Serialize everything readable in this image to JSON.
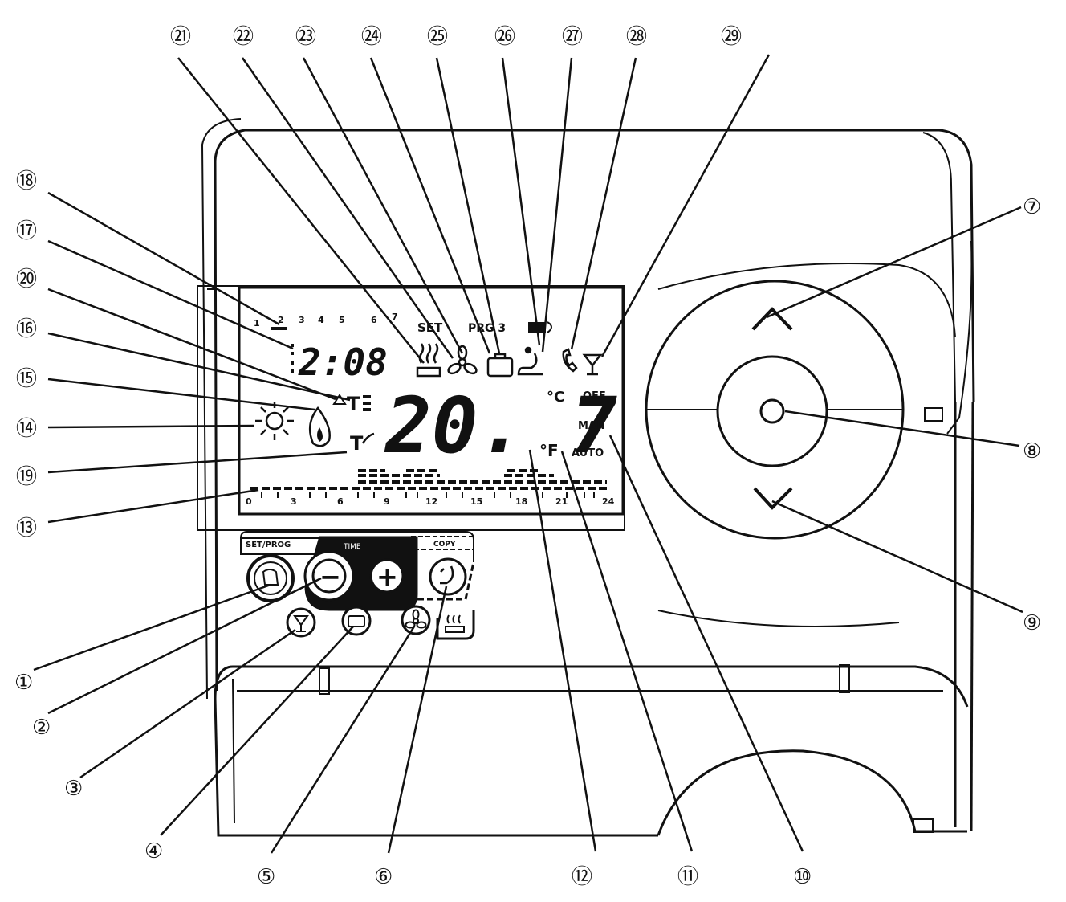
{
  "callouts": {
    "c1": "①",
    "c2": "②",
    "c3": "③",
    "c4": "④",
    "c5": "⑤",
    "c6": "⑥",
    "c7": "⑦",
    "c8": "⑧",
    "c9": "⑨",
    "c10": "⑩",
    "c11": "⑪",
    "c12": "⑫",
    "c13": "⑬",
    "c14": "⑭",
    "c15": "⑮",
    "c16": "⑯",
    "c17": "⑰",
    "c18": "⑱",
    "c19": "⑲",
    "c20": "⑳",
    "c21": "㉑",
    "c22": "㉒",
    "c23": "㉓",
    "c24": "㉔",
    "c25": "㉕",
    "c26": "㉖",
    "c27": "㉗",
    "c28": "㉘",
    "c29": "㉙"
  },
  "lcd": {
    "days": [
      "1",
      "2",
      "3",
      "4",
      "5",
      "6",
      "7"
    ],
    "set_label": "SET",
    "prog_label": "PRG 3",
    "clock": "2:08",
    "temperature": "20. 7",
    "unit_c": "°C",
    "unit_f": "°F",
    "mode_off": "OFF",
    "mode_man": "MAN",
    "mode_auto": "AUTO",
    "t_label": "T",
    "hour_scale": [
      "0",
      "3",
      "6",
      "9",
      "12",
      "15",
      "18",
      "21",
      "24"
    ]
  },
  "keypad": {
    "set_prog_label": "SET/PROG",
    "time_label": "TIME",
    "copy_label": "COPY",
    "minus": "−",
    "plus": "+"
  },
  "icons": [
    "heating-icon",
    "fan-icon",
    "suitcase-icon",
    "seat-icon",
    "phone-icon",
    "cocktail-icon",
    "battery-icon",
    "flame-icon",
    "sun-icon",
    "arrow-up-icon",
    "arrow-down-icon",
    "center-button-icon",
    "program-icon",
    "holiday-icon",
    "copy-icon"
  ]
}
